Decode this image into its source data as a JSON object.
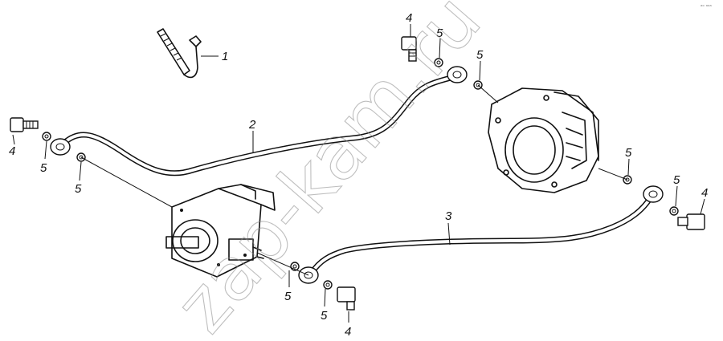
{
  "watermark": "zap-kam.ru",
  "corner_mark": "ᵃᵒ ᵃᵃᵃ",
  "callouts": {
    "part1": "1",
    "part2": "2",
    "part3": "3",
    "bolt_top": "4",
    "bolt_left": "4",
    "bolt_right": "4",
    "bolt_bottom": "4",
    "washer_top_a": "5",
    "washer_top_b": "5",
    "washer_left_a": "5",
    "washer_left_b": "5",
    "washer_right_a": "5",
    "washer_right_b": "5",
    "washer_bottom_a": "5",
    "washer_bottom_b": "5"
  }
}
